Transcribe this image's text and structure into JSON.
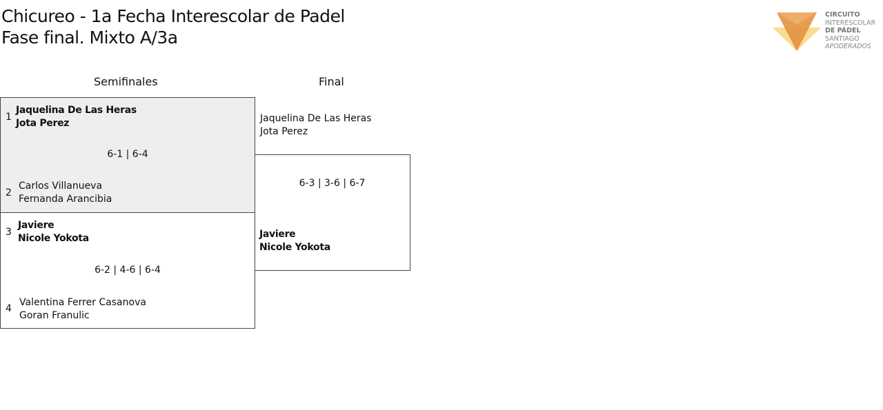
{
  "header": {
    "title_line1": "Chicureo - 1a Fecha Interescolar de Padel",
    "title_line2": "Fase final. Mixto A/3a"
  },
  "logo": {
    "line1": "CIRCUITO",
    "line2": "INTERESCOLAR",
    "line3": "DE PÁDEL",
    "line4": "SANTIAGO",
    "line5": "APODERADOS"
  },
  "columns": {
    "semis": "Semifinales",
    "final": "Final"
  },
  "semis": [
    {
      "seed_a": "1",
      "team_a": [
        "Jaquelina De Las Heras",
        "Jota Perez"
      ],
      "score": "6-1 | 6-4",
      "seed_b": "2",
      "team_b": [
        "Carlos Villanueva",
        "Fernanda Arancibia"
      ]
    },
    {
      "seed_a": "3",
      "team_a": [
        "Javiere",
        "Nicole Yokota"
      ],
      "score": "6-2 | 4-6 | 6-4",
      "seed_b": "4",
      "team_b": [
        "Valentina Ferrer Casanova",
        "Goran Franulic"
      ]
    }
  ],
  "final": {
    "team_a": [
      "Jaquelina De Las Heras",
      "Jota Perez"
    ],
    "score": "6-3 | 3-6 | 6-7",
    "team_b": [
      "Javiere",
      "Nicole Yokota"
    ]
  }
}
